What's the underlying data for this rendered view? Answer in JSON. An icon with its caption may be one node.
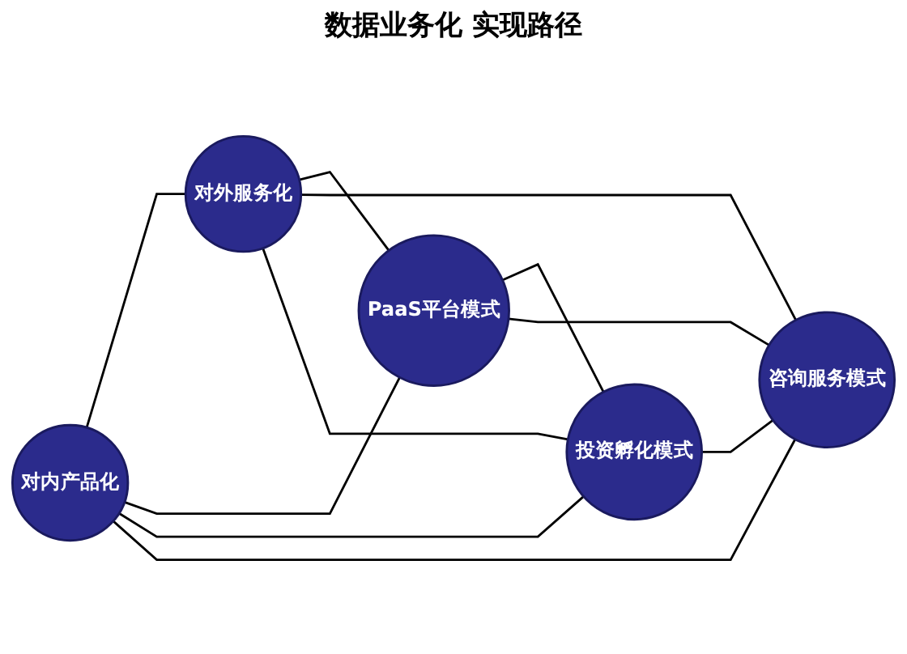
{
  "diagram": {
    "nodes": [
      {
        "text": [
          "对内产品化"
        ]
      },
      {
        "text": [
          "咨询服务模式"
        ]
      },
      {
        "text": [
          "对外服务化"
        ]
      },
      {
        "text": [
          "投资孵化模式"
        ]
      },
      {
        "text": [
          "PaaS平台模式"
        ]
      }
    ],
    "edges": [
      {
        "from": 0,
        "to": 2,
        "arrow": "none"
      },
      {
        "from": 2,
        "to": 4,
        "arrow": "none"
      },
      {
        "from": 4,
        "to": 3,
        "arrow": "none"
      },
      {
        "from": 3,
        "to": 1,
        "arrow": "none"
      },
      {
        "from": 1,
        "to": 0,
        "arrow": "none"
      },
      {
        "from": 0,
        "to": 4,
        "arrow": "none"
      },
      {
        "from": 0,
        "to": 3,
        "arrow": "none"
      },
      {
        "from": 1,
        "to": 2,
        "arrow": "none"
      },
      {
        "from": 1,
        "to": 4,
        "arrow": "none"
      },
      {
        "from": 3,
        "to": 2,
        "arrow": "none"
      }
    ],
    "labels": [
      "数据业务化 实现路径"
    ]
  }
}
